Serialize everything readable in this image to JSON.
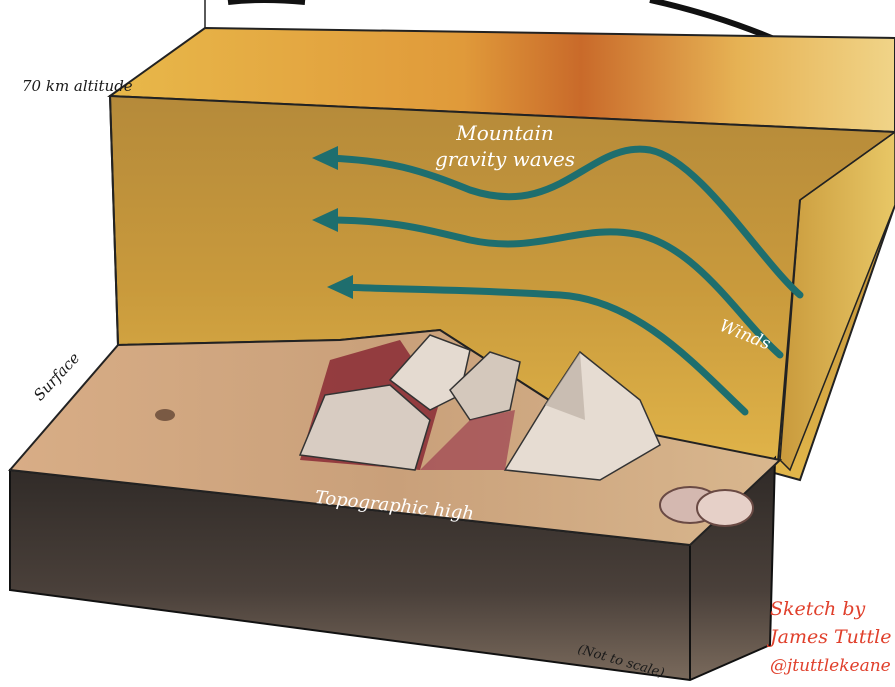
{
  "colors": {
    "atmosphere": "#c99a3c",
    "atmosphere_top": "#e0a53a",
    "wave_arrow": "#1e6e6e",
    "surface": "#d9b38a",
    "mountain_shadow": "#8a2a35",
    "ground_dark": "#3d3530",
    "credit_red": "#e0402c"
  },
  "labels": {
    "altitude": "70 km altitude",
    "mountain_gravity_waves": "Mountain gravity waves",
    "winds": "Winds",
    "surface": "Surface",
    "topographic_high": "Topographic high",
    "not_to_scale": "(Not to scale)"
  },
  "credit": {
    "line1": "Sketch by",
    "line2": "James Tuttle",
    "line3": "@jtuttlekeane"
  }
}
